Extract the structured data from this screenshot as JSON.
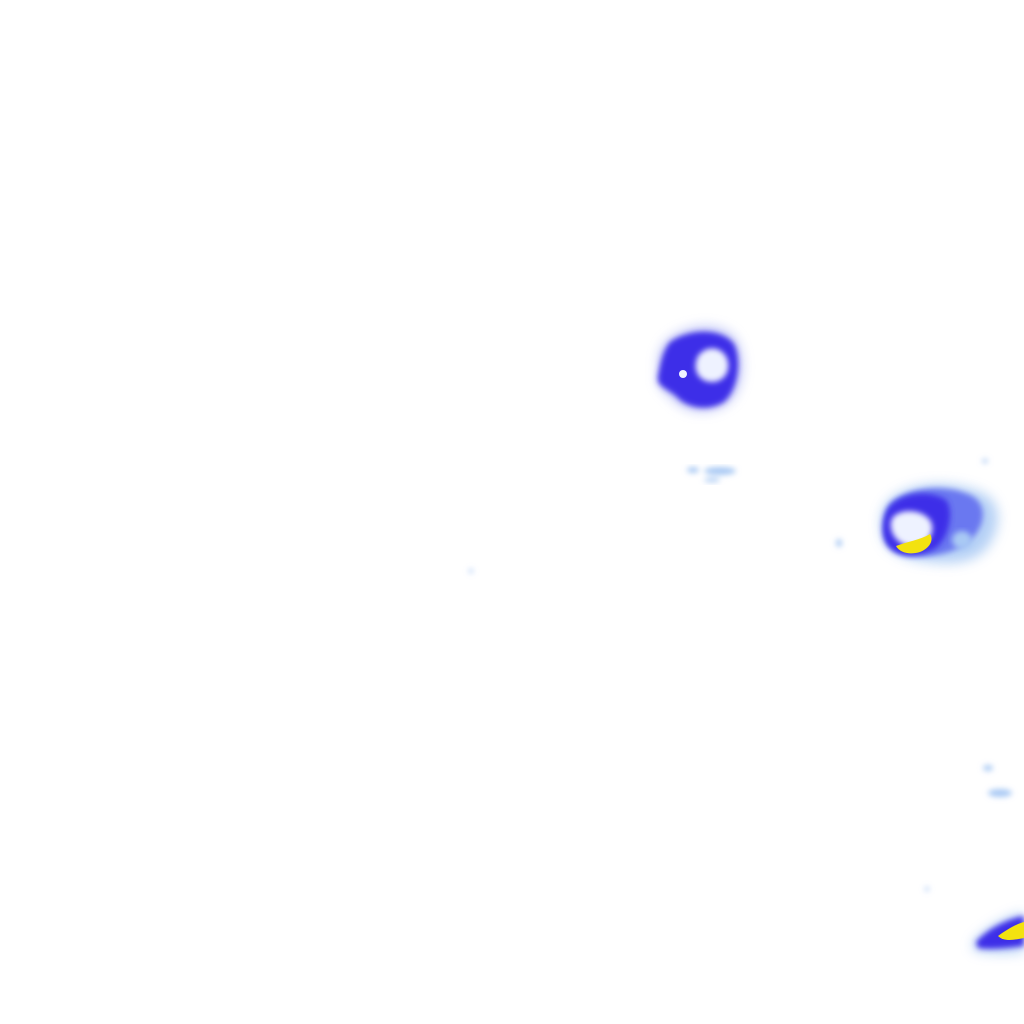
{
  "map": {
    "kind": "radar-reflectivity-tile",
    "background": "#ffffff",
    "palette": {
      "light": "#a9c9f4",
      "medium": "#6a78f0",
      "strong": "#3c2fe8",
      "core": "#f3e20f",
      "hole": "#eef2ff"
    },
    "cells": [
      {
        "name": "storm-cell-north",
        "intensity": "strong",
        "has_core": false
      },
      {
        "name": "storm-cell-east",
        "intensity": "strong",
        "has_core": true
      },
      {
        "name": "storm-cell-southeast",
        "intensity": "strong",
        "has_core": true
      },
      {
        "name": "light-echo-streak",
        "intensity": "light",
        "has_core": false
      },
      {
        "name": "light-echo-fragments",
        "intensity": "light",
        "has_core": false
      }
    ]
  }
}
